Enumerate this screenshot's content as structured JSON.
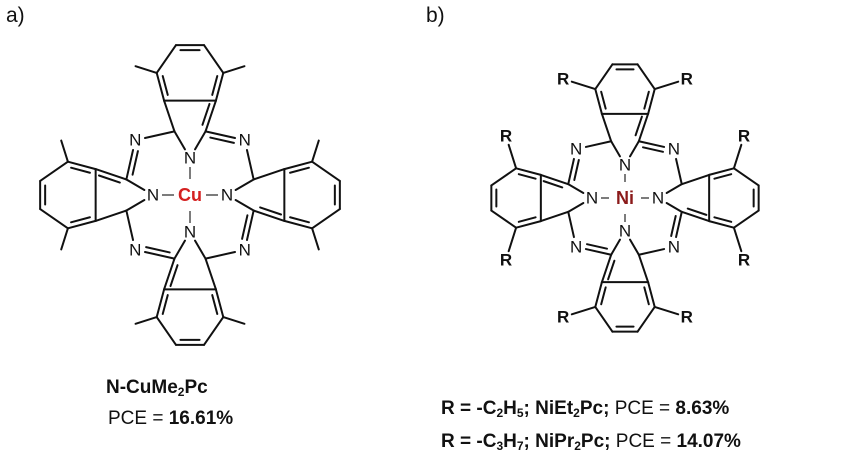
{
  "panel_a": {
    "label": "a)",
    "metal": "Cu",
    "metal_color": "#d42020",
    "ring_atom": "N",
    "compound": {
      "pre": "N-CuMe",
      "sub": "2",
      "post": "Pc"
    },
    "pce_label": "PCE = ",
    "pce_value": "16.61%"
  },
  "panel_b": {
    "label": "b)",
    "metal": "Ni",
    "metal_color": "#8b1a1a",
    "ring_atom": "N",
    "substituent": "R",
    "lines": [
      {
        "r": "R = -C",
        "r_s1": "2",
        "r_m": "H",
        "r_s2": "5",
        "name_pre": "; NiEt",
        "name_sub": "2",
        "name_post": "Pc;",
        "pce_label": " PCE = ",
        "pce_value": "8.63%"
      },
      {
        "r": "R = -C",
        "r_s1": "3",
        "r_m": "H",
        "r_s2": "7",
        "name_pre": "; NiPr",
        "name_sub": "2",
        "name_post": "Pc;",
        "pce_label": " PCE = ",
        "pce_value": "14.07%"
      }
    ]
  }
}
